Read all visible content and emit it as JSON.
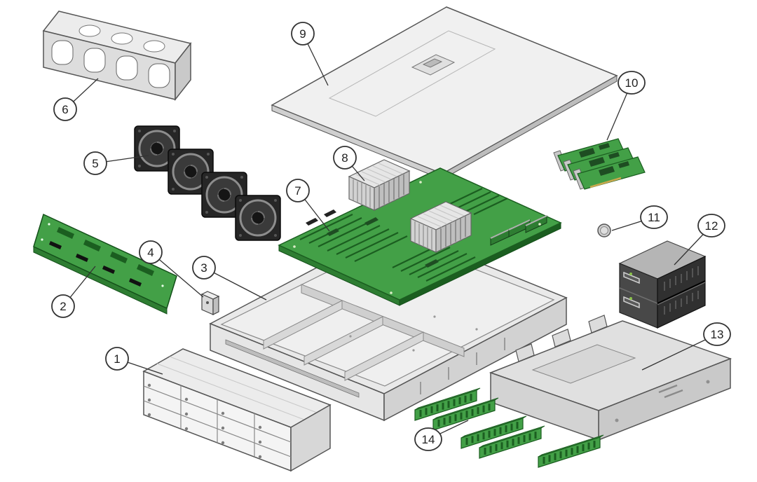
{
  "figure": {
    "type": "exploded-parts-diagram",
    "callouts": [
      {
        "label": "1"
      },
      {
        "label": "2"
      },
      {
        "label": "3"
      },
      {
        "label": "4"
      },
      {
        "label": "5"
      },
      {
        "label": "6"
      },
      {
        "label": "7"
      },
      {
        "label": "8"
      },
      {
        "label": "9"
      },
      {
        "label": "10"
      },
      {
        "label": "11"
      },
      {
        "label": "12"
      },
      {
        "label": "13"
      },
      {
        "label": "14"
      }
    ],
    "colors": {
      "background": "#ffffff",
      "pcb_green": "#43a047",
      "pcb_green_dark": "#1b5e20",
      "metal_light": "#ececec",
      "metal_mid": "#d2d2d2",
      "fan_black": "#262626",
      "outline": "#555555",
      "callout_line": "#333333"
    }
  }
}
